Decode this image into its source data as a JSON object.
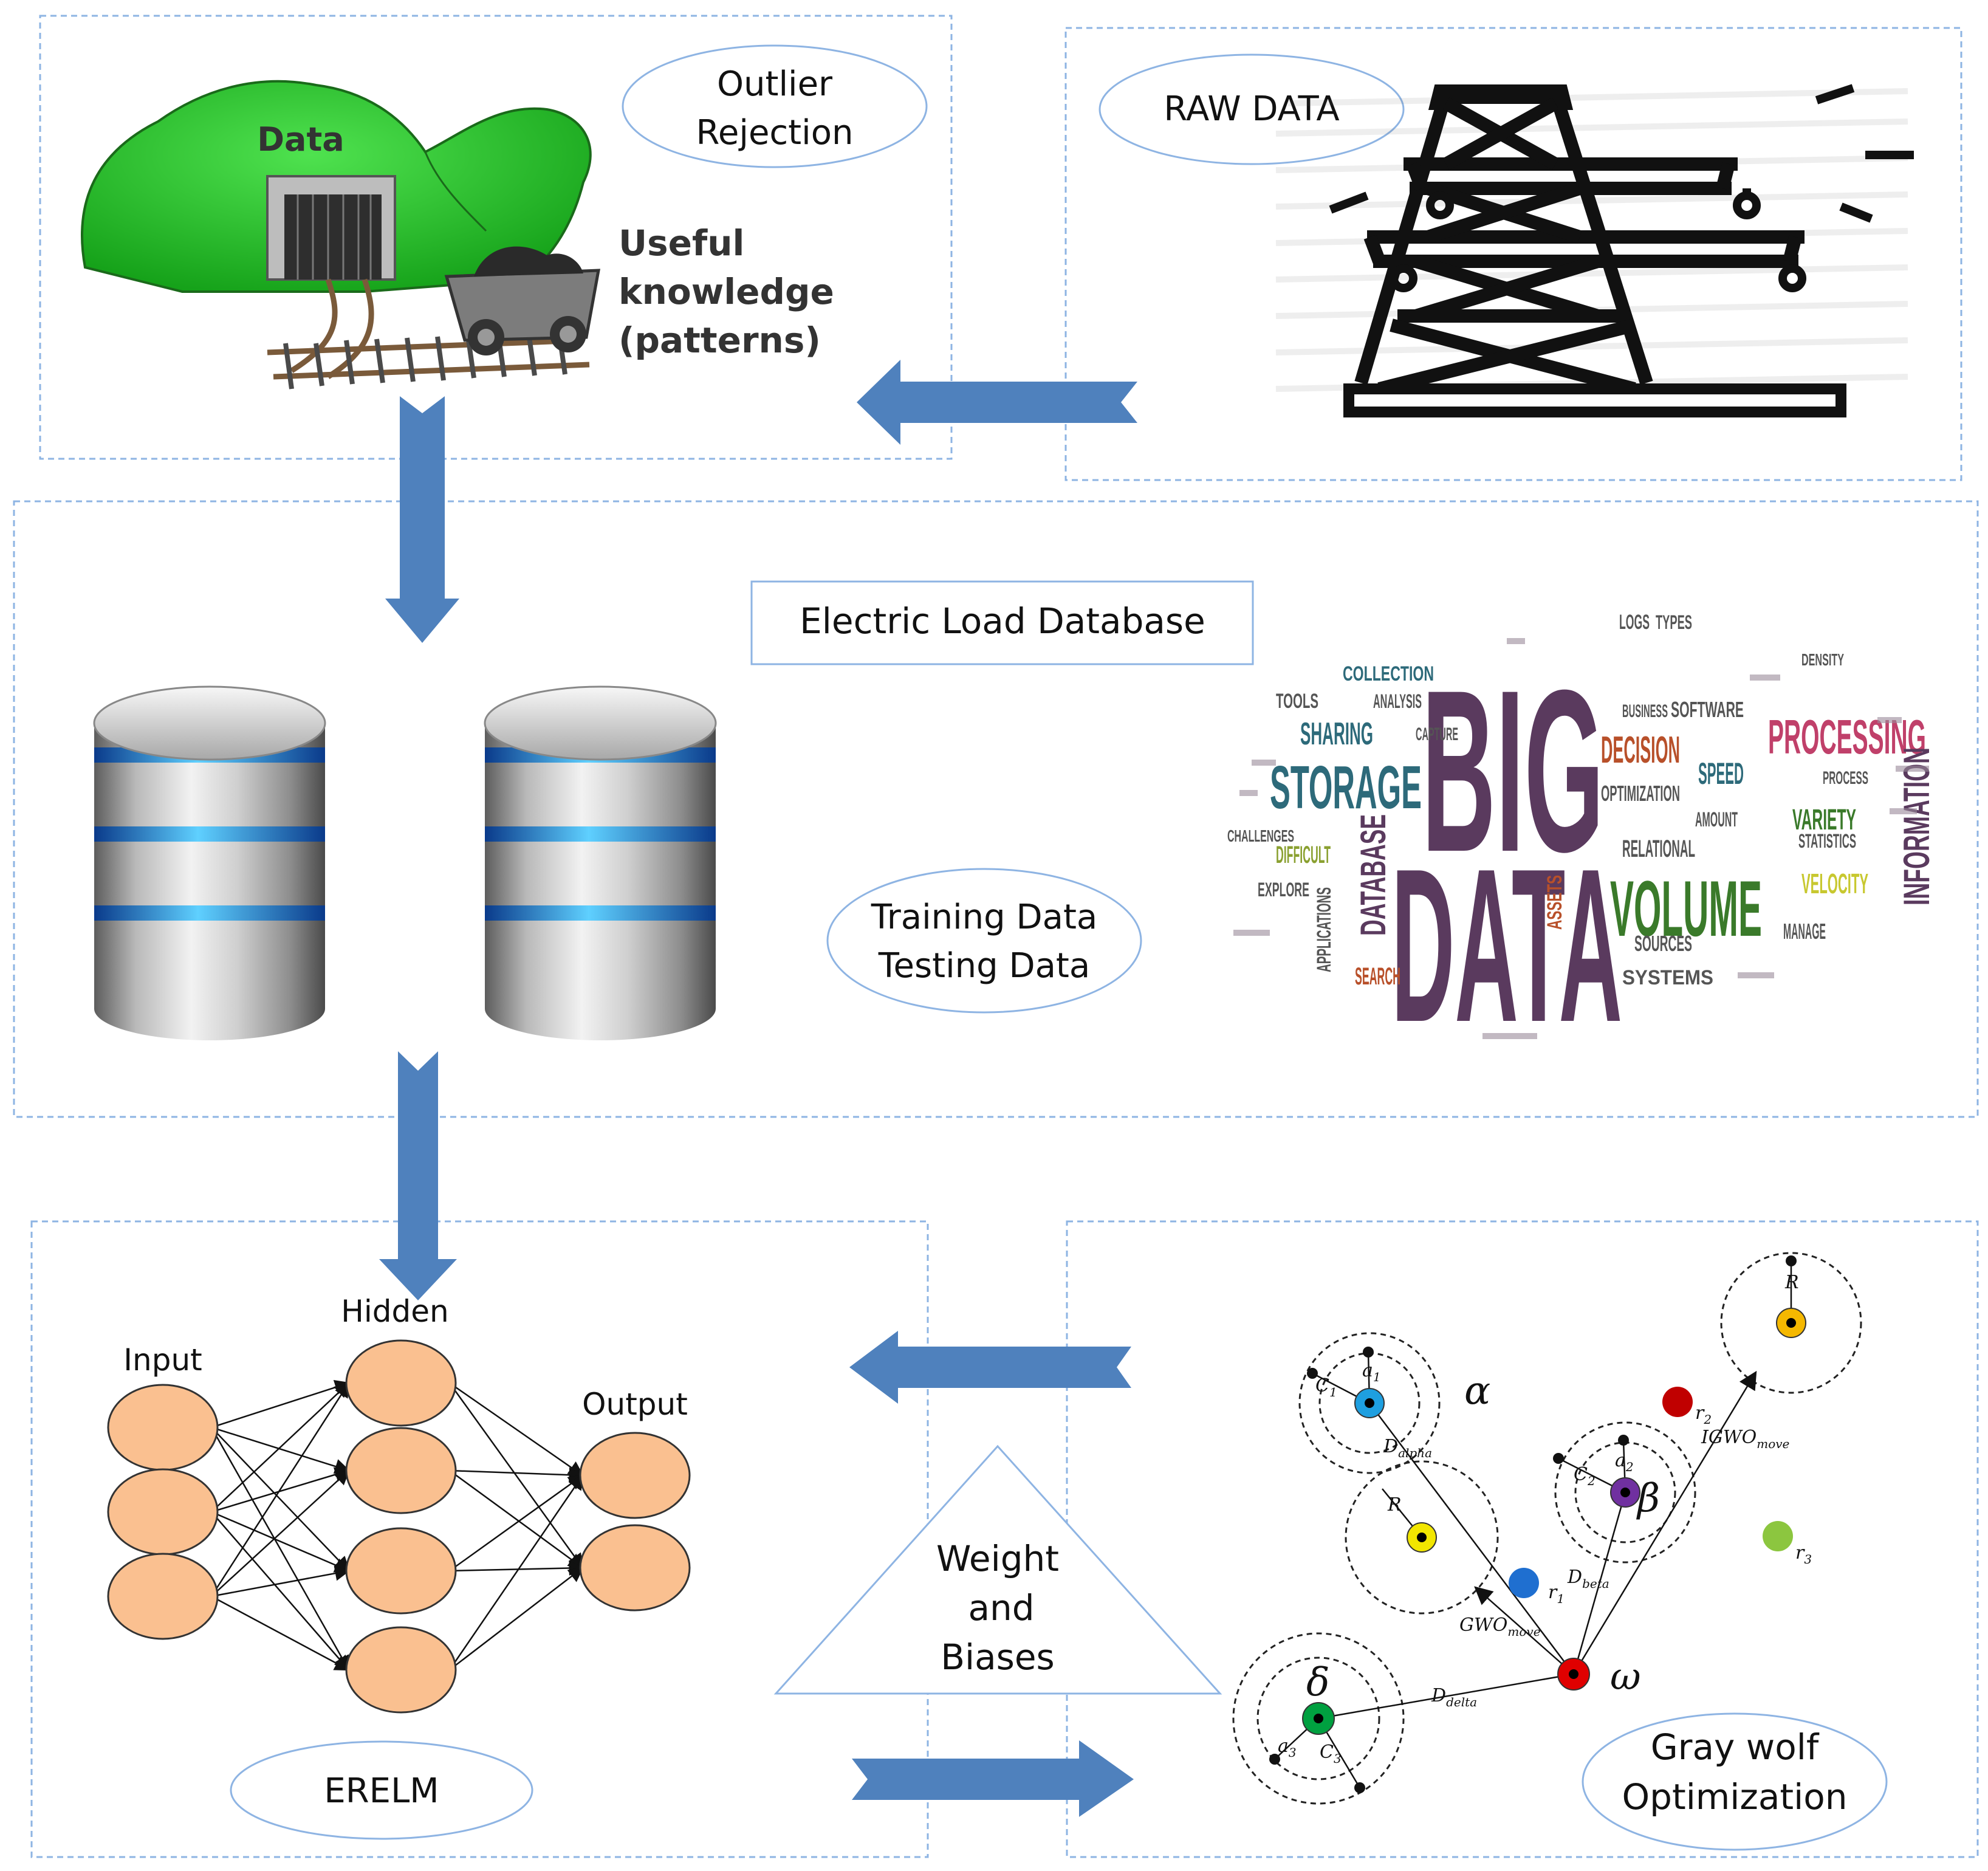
{
  "raw_data": {
    "label": "RAW DATA"
  },
  "outlier": {
    "label_line1": "Outlier",
    "label_line2": "Rejection",
    "mine_label": "Data",
    "knowledge_line1": "Useful",
    "knowledge_line2": "knowledge",
    "knowledge_line3": "(patterns)"
  },
  "database": {
    "title": "Electric Load Database",
    "split_line1": "Training Data",
    "split_line2": "Testing Data"
  },
  "word_cloud": {
    "main_big": "BIG",
    "main_data": "DATA",
    "storage": "STORAGE",
    "volume": "VOLUME",
    "processing": "PROCESSING",
    "decision": "DECISION",
    "information": "INFORMATION",
    "database": "DATABASE",
    "sharing": "SHARING",
    "speed": "SPEED",
    "velocity": "VELOCITY",
    "variety": "VARIETY",
    "optimization": "OPTIMIZATION",
    "relational": "RELATIONAL",
    "systems": "SYSTEMS",
    "sources": "SOURCES",
    "search": "SEARCH",
    "collection": "COLLECTION",
    "analysis": "ANALYSIS",
    "tools": "TOOLS",
    "software": "SOFTWARE",
    "business": "BUSINESS",
    "amount": "AMOUNT",
    "statistics": "STATISTICS",
    "manage": "MANAGE",
    "difficult": "DIFFICULT",
    "explore": "EXPLORE",
    "applications": "APPLICATIONS",
    "process": "PROCESS",
    "logs": "LOGS",
    "types": "TYPES",
    "density": "DENSITY",
    "capture": "CAPTURE",
    "assets": "ASSETS",
    "challenges": "CHALLENGES"
  },
  "erelm": {
    "label": "ERELM",
    "input_label": "Input",
    "hidden_label": "Hidden",
    "output_label": "Output",
    "input_nodes": 3,
    "hidden_nodes": 4,
    "output_nodes": 2
  },
  "weights": {
    "line1": "Weight",
    "line2": "and",
    "line3": "Biases"
  },
  "gwo": {
    "label_line1": "Gray wolf",
    "label_line2": "Optimization",
    "alpha": "α",
    "beta": "β",
    "delta": "δ",
    "omega": "ω",
    "C": "C",
    "a": "a",
    "r": "r",
    "R": "R",
    "D": "D",
    "sub_1": "1",
    "sub_2": "2",
    "sub_3": "3",
    "sub_alpha": "alpha",
    "sub_beta": "beta",
    "sub_delta": "delta",
    "sub_move": "move",
    "gwo_move": "GWO",
    "igwo_move": "IGWO"
  },
  "colors": {
    "arrow": "#4f81bd",
    "panel_border": "#8eb4e3",
    "node_fill": "#fac090",
    "mountain": "#22c22a",
    "alpha_wolf": "#1e9fe0",
    "beta_wolf": "#7030a0",
    "delta_wolf": "#00a040",
    "omega_wolf": "#e00000",
    "prey": "#f5b800",
    "r1": "#1f6fd0",
    "r2": "#c00000",
    "r3": "#8cc63f"
  }
}
